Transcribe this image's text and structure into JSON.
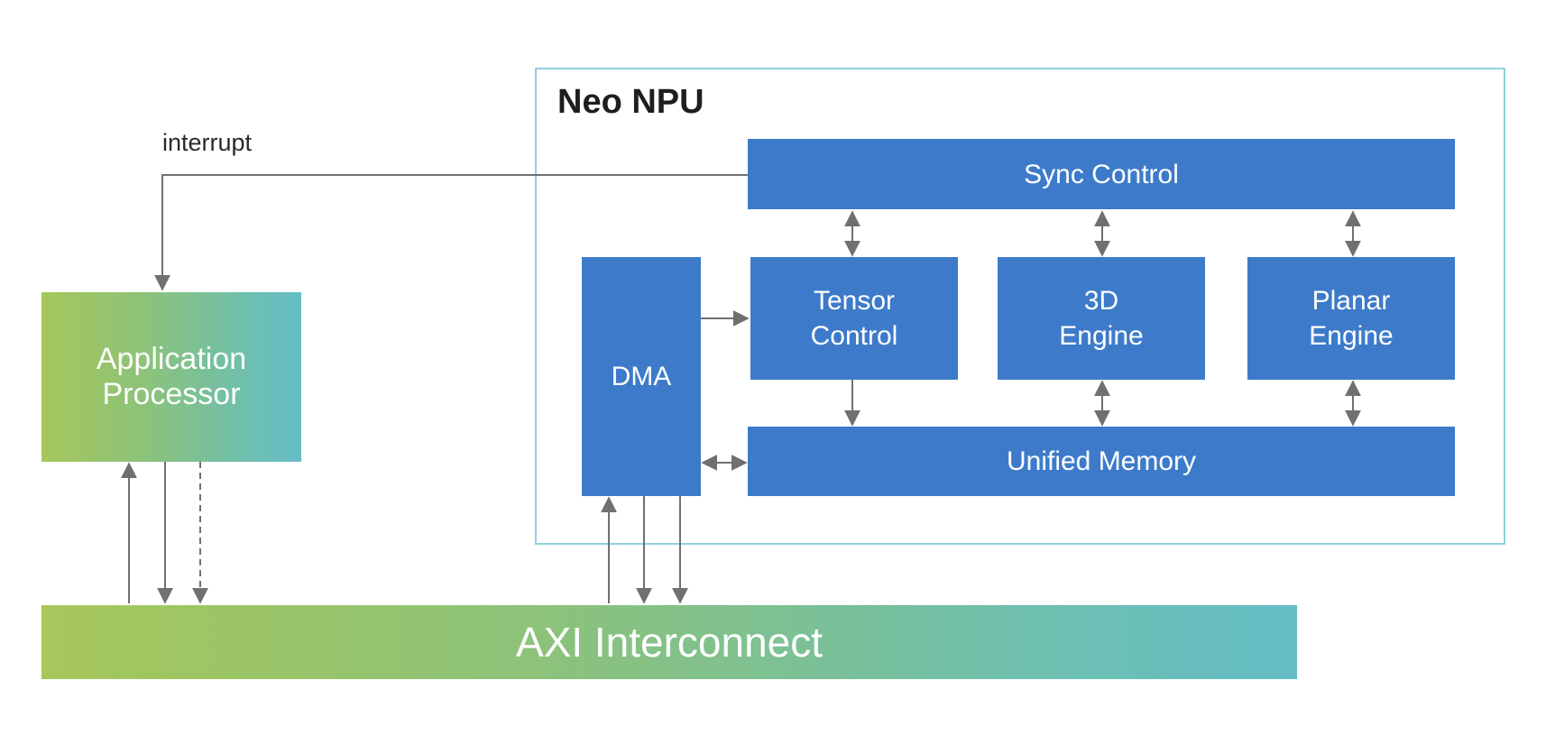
{
  "diagram": {
    "npu_title": "Neo NPU",
    "interrupt_label": "interrupt",
    "blocks": {
      "sync_control": "Sync Control",
      "dma": "DMA",
      "tensor_control": "Tensor\nControl",
      "engine_3d": "3D\nEngine",
      "planar_engine": "Planar\nEngine",
      "unified_memory": "Unified Memory",
      "application_processor": "Application\nProcessor",
      "axi_interconnect": "AXI Interconnect"
    },
    "colors": {
      "block_blue": "#3d7bca",
      "frame_cyan": "#8fd0dd",
      "gradient_start": "#a6c75a",
      "gradient_end": "#65bec6",
      "arrow_gray": "#707070"
    }
  }
}
